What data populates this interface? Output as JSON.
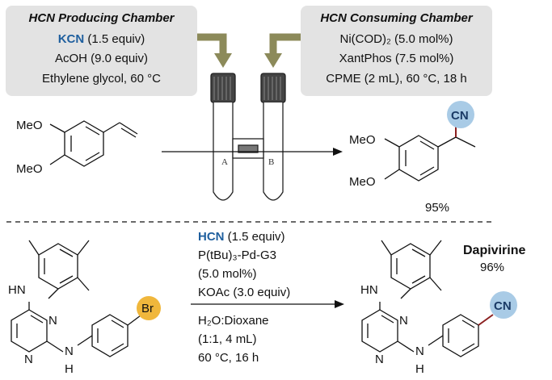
{
  "producing_chamber": {
    "title": "HCN Producing Chamber",
    "reagent_name": "KCN",
    "reagent_amount": " (1.5 equiv)",
    "line2": "AcOH (9.0 equiv)",
    "line3": "Ethylene glycol, 60 °C"
  },
  "consuming_chamber": {
    "title": "HCN Consuming Chamber",
    "line1": "Ni(COD)₂ (5.0 mol%)",
    "line2": "XantPhos (7.5 mol%)",
    "line3": "CPME (2 mL), 60 °C, 18 h"
  },
  "vessel": {
    "label_a": "A",
    "label_b": "B"
  },
  "top_reaction": {
    "sm_meo_1": "MeO",
    "sm_meo_2": "MeO",
    "prod_meo_1": "MeO",
    "prod_meo_2": "MeO",
    "cn_label": "CN",
    "yield": "95%"
  },
  "bottom_reaction": {
    "reagent_name": "HCN",
    "reagent_amount": " (1.5 equiv)",
    "cat_line1": "P(tBu)₃-Pd-G3",
    "cat_line2": "(5.0 mol%)",
    "base": "KOAc (3.0 equiv)",
    "solvent": "H₂O:Dioxane",
    "ratio": "(1:1, 4 mL)",
    "conditions": "60 °C, 16 h",
    "sm_hn": "HN",
    "sm_n1": "N",
    "sm_n2": "N",
    "sm_nh": "N",
    "sm_h": "H",
    "br_label": "Br",
    "prod_hn": "HN",
    "prod_n1": "N",
    "prod_n2": "N",
    "prod_nh": "N",
    "prod_h": "H",
    "cn_label": "CN",
    "product_name": "Dapivirine",
    "yield": "96%"
  },
  "colors": {
    "box_bg": "#e3e3e3",
    "arrow_olive": "#8c8a5a",
    "blue_text": "#1f5f9e",
    "cn_circle": "#a9cbe6",
    "br_circle": "#f0b73c",
    "new_bond": "#8b2020"
  }
}
